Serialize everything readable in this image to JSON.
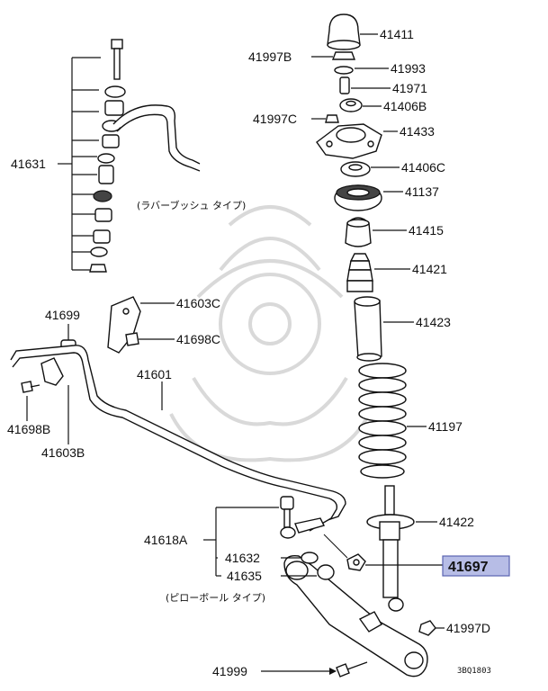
{
  "labels": {
    "p41411": "41411",
    "p41997b": "41997B",
    "p41993": "41993",
    "p41971": "41971",
    "p41406b": "41406B",
    "p41997c": "41997C",
    "p41433": "41433",
    "p41406c": "41406C",
    "p41137": "41137",
    "p41415": "41415",
    "p41421": "41421",
    "p41423": "41423",
    "p41197": "41197",
    "p41422": "41422",
    "p41697": "41697",
    "p41997d": "41997D",
    "p41999": "41999",
    "p41631": "41631",
    "p41699": "41699",
    "p41603c": "41603C",
    "p41698c": "41698C",
    "p41601": "41601",
    "p41698b": "41698B",
    "p41603b": "41603B",
    "p41618a": "41618A",
    "p41632": "41632",
    "p41635": "41635"
  },
  "notes": {
    "rubber_bush_type": "(ラバーブッシュ タイプ)",
    "pillow_ball_type": "(ピローボール タイプ)"
  },
  "diagram_code": "3BQ1803",
  "highlight": {
    "part": "41697",
    "fill_color": "#b7bde6",
    "border_color": "#5a63b0"
  }
}
